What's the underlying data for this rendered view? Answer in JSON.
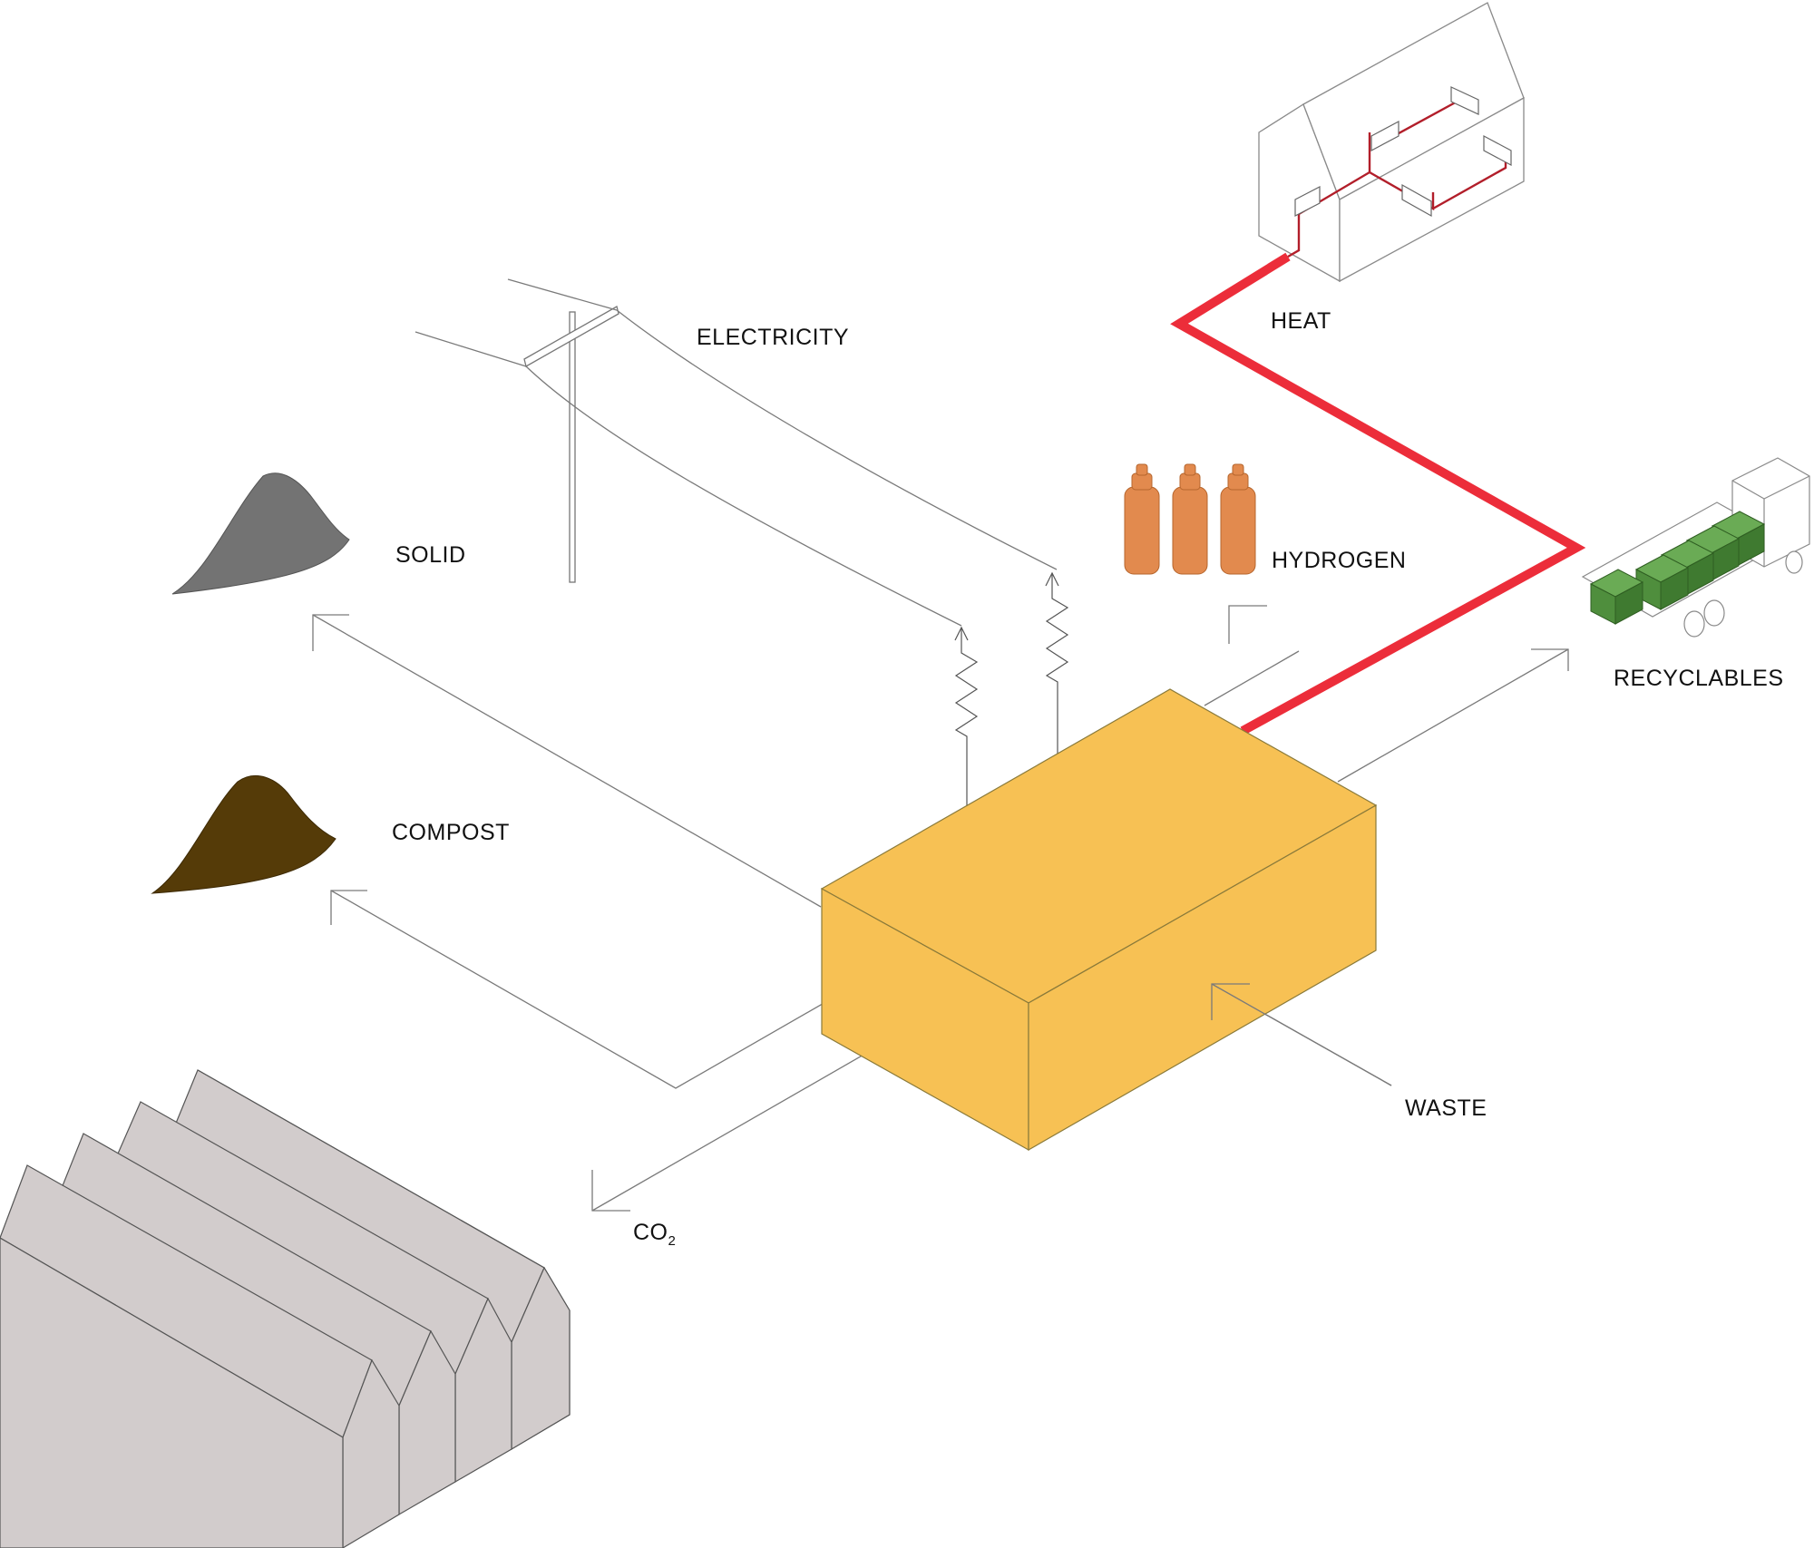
{
  "labels": {
    "electricity": "ELECTRICITY",
    "heat": "HEAT",
    "hydrogen": "HYDROGEN",
    "recyclables": "RECYCLABLES",
    "solid": "SOLID",
    "compost": "COMPOST",
    "waste": "WASTE",
    "co2_main": "CO",
    "co2_sub": "2"
  },
  "colors": {
    "plant": "#f7c154",
    "heat_pipe": "#ec2d3a",
    "hydrogen": "#e28a4e",
    "recyclables": "#4f8e3d",
    "solid": "#737373",
    "compost": "#553b08",
    "greenhouse": "#d2cccc",
    "lines": "#7a7a7a"
  },
  "icons": {
    "plant": "plant-box-icon",
    "pole": "power-pole-icon",
    "house": "house-icon",
    "truck": "truck-icon",
    "bottles": "gas-bottle-icon",
    "solid": "solid-pile-icon",
    "compost": "compost-pile-icon",
    "greenhouse": "greenhouse-icon"
  }
}
